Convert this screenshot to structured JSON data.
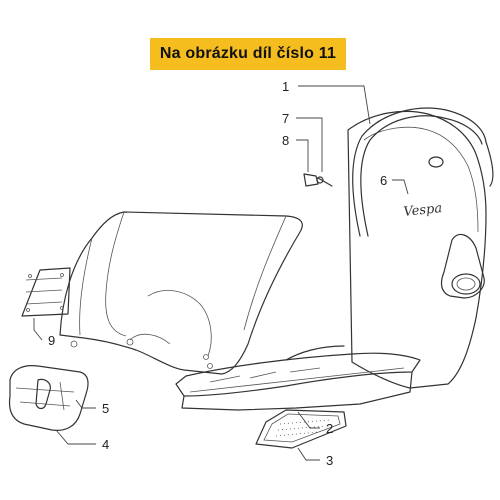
{
  "header": {
    "title": "Na obrázku díl číslo 11"
  },
  "callouts": [
    {
      "id": "1",
      "label": "1"
    },
    {
      "id": "2",
      "label": "2"
    },
    {
      "id": "3",
      "label": "3"
    },
    {
      "id": "4",
      "label": "4"
    },
    {
      "id": "5",
      "label": "5"
    },
    {
      "id": "6",
      "label": "6"
    },
    {
      "id": "7",
      "label": "7"
    },
    {
      "id": "8",
      "label": "8"
    },
    {
      "id": "9",
      "label": "9"
    }
  ],
  "logo": {
    "text": "Vespa"
  },
  "colors": {
    "banner": "#f5bd1e",
    "line": "#333333"
  }
}
